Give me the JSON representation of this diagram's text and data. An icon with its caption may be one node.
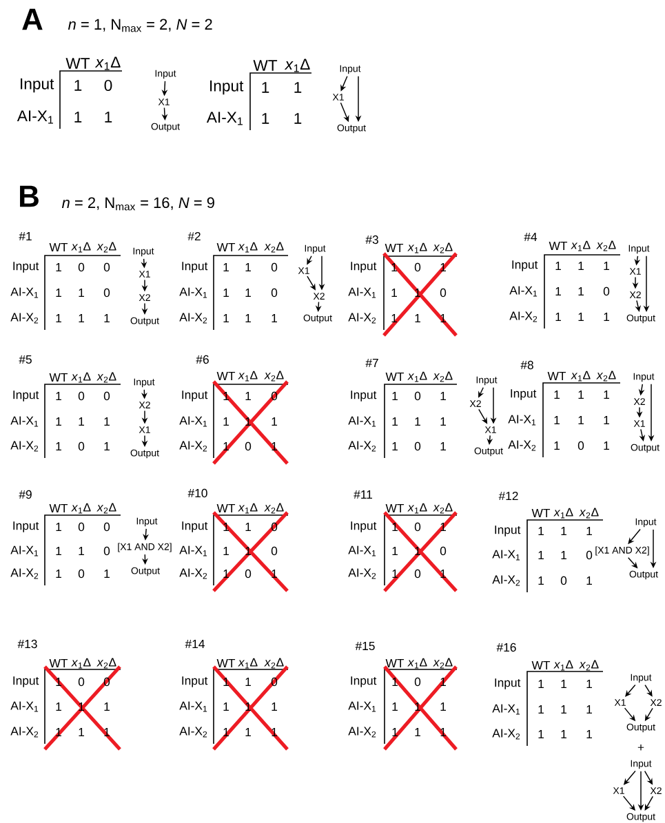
{
  "diagram": {
    "nodes": [
      {
        "text": [
          "Input"
        ]
      },
      {
        "text": [
          "X1"
        ]
      },
      {
        "text": [
          "Output"
        ]
      },
      {
        "text": [
          "Input"
        ]
      },
      {
        "text": [
          "X1"
        ]
      },
      {
        "text": [
          "Output"
        ]
      },
      {
        "text": [
          "Input"
        ]
      },
      {
        "text": [
          "X1"
        ]
      },
      {
        "text": [
          "X2"
        ]
      },
      {
        "text": [
          "Output"
        ]
      },
      {
        "text": [
          "Input"
        ]
      },
      {
        "text": [
          "X1"
        ]
      },
      {
        "text": [
          "X2"
        ]
      },
      {
        "text": [
          "Output"
        ]
      },
      {
        "text": [
          "Input"
        ]
      },
      {
        "text": [
          "X1"
        ]
      },
      {
        "text": [
          "X2"
        ]
      },
      {
        "text": [
          "Output"
        ]
      },
      {
        "text": [
          "Input"
        ]
      },
      {
        "text": [
          "X2"
        ]
      },
      {
        "text": [
          "X1"
        ]
      },
      {
        "text": [
          "Output"
        ]
      },
      {
        "text": [
          "Input"
        ]
      },
      {
        "text": [
          "X2"
        ]
      },
      {
        "text": [
          "X1"
        ]
      },
      {
        "text": [
          "Output"
        ]
      },
      {
        "text": [
          "Input"
        ]
      },
      {
        "text": [
          "X2"
        ]
      },
      {
        "text": [
          "X1"
        ]
      },
      {
        "text": [
          "Output"
        ]
      },
      {
        "text": [
          "Input"
        ]
      },
      {
        "text": [
          "[X1 AND X2]"
        ]
      },
      {
        "text": [
          "Output"
        ]
      },
      {
        "text": [
          "Input"
        ]
      },
      {
        "text": [
          "[X1 AND X2]"
        ]
      },
      {
        "text": [
          "Output"
        ]
      },
      {
        "text": [
          "Input"
        ]
      },
      {
        "text": [
          "X1"
        ]
      },
      {
        "text": [
          "X2"
        ]
      },
      {
        "text": [
          "Output"
        ]
      },
      {
        "text": [
          "Input"
        ]
      },
      {
        "text": [
          "X1"
        ]
      },
      {
        "text": [
          "X2"
        ]
      },
      {
        "text": [
          "Output"
        ]
      }
    ],
    "edges": [
      {
        "from": 0,
        "to": 1,
        "arrow": "to"
      },
      {
        "from": 1,
        "to": 2,
        "arrow": "to"
      },
      {
        "from": 3,
        "to": 4,
        "arrow": "to"
      },
      {
        "from": 4,
        "to": 5,
        "arrow": "to"
      },
      {
        "from": 3,
        "to": 5,
        "arrow": "to"
      },
      {
        "from": 6,
        "to": 7,
        "arrow": "to"
      },
      {
        "from": 7,
        "to": 8,
        "arrow": "to"
      },
      {
        "from": 8,
        "to": 9,
        "arrow": "to"
      },
      {
        "from": 10,
        "to": 11,
        "arrow": "to"
      },
      {
        "from": 11,
        "to": 12,
        "arrow": "to"
      },
      {
        "from": 10,
        "to": 12,
        "arrow": "to"
      },
      {
        "from": 12,
        "to": 13,
        "arrow": "to"
      },
      {
        "from": 14,
        "to": 15,
        "arrow": "to"
      },
      {
        "from": 15,
        "to": 16,
        "arrow": "to"
      },
      {
        "from": 16,
        "to": 17,
        "arrow": "to"
      },
      {
        "from": 14,
        "to": 17,
        "arrow": "to"
      },
      {
        "from": 18,
        "to": 19,
        "arrow": "to"
      },
      {
        "from": 19,
        "to": 20,
        "arrow": "to"
      },
      {
        "from": 20,
        "to": 21,
        "arrow": "to"
      },
      {
        "from": 22,
        "to": 23,
        "arrow": "to"
      },
      {
        "from": 23,
        "to": 24,
        "arrow": "to"
      },
      {
        "from": 22,
        "to": 24,
        "arrow": "to"
      },
      {
        "from": 24,
        "to": 25,
        "arrow": "to"
      },
      {
        "from": 26,
        "to": 27,
        "arrow": "to"
      },
      {
        "from": 27,
        "to": 28,
        "arrow": "to"
      },
      {
        "from": 28,
        "to": 29,
        "arrow": "to"
      },
      {
        "from": 26,
        "to": 29,
        "arrow": "to"
      },
      {
        "from": 30,
        "to": 31,
        "arrow": "to"
      },
      {
        "from": 31,
        "to": 32,
        "arrow": "to"
      },
      {
        "from": 33,
        "to": 34,
        "arrow": "to"
      },
      {
        "from": 34,
        "to": 35,
        "arrow": "to"
      },
      {
        "from": 33,
        "to": 35,
        "arrow": "to"
      },
      {
        "from": 36,
        "to": 37,
        "arrow": "to"
      },
      {
        "from": 36,
        "to": 38,
        "arrow": "to"
      },
      {
        "from": 37,
        "to": 39,
        "arrow": "to"
      },
      {
        "from": 38,
        "to": 39,
        "arrow": "to"
      },
      {
        "from": 40,
        "to": 41,
        "arrow": "to"
      },
      {
        "from": 40,
        "to": 42,
        "arrow": "to"
      },
      {
        "from": 40,
        "to": 43,
        "arrow": "to"
      },
      {
        "from": 41,
        "to": 43,
        "arrow": "to"
      },
      {
        "from": 42,
        "to": 43,
        "arrow": "to"
      }
    ],
    "labels": [
      "A",
      "*n* = 1, N$_{max}$ = 2, *N* = 2",
      "WT",
      "*x*$_{1}$Δ",
      "Input",
      "1",
      "0",
      "AI-X$_{1}$",
      "1",
      "1",
      "WT",
      "*x*$_{1}$Δ",
      "Input",
      "1",
      "1",
      "AI-X$_{1}$",
      "1",
      "1",
      "B",
      "*n* = 2, N$_{max}$ = 16, *N* = 9",
      "#1",
      "WT",
      "*x*$_{1}$Δ",
      "*x*$_{2}$Δ",
      "Input",
      "1",
      "0",
      "0",
      "AI-X$_{1}$",
      "1",
      "1",
      "0",
      "AI-X$_{2}$",
      "1",
      "1",
      "1",
      "#2",
      "WT",
      "*x*$_{1}$Δ",
      "*x*$_{2}$Δ",
      "Input",
      "1",
      "1",
      "0",
      "AI-X$_{1}$",
      "1",
      "1",
      "0",
      "AI-X$_{2}$",
      "1",
      "1",
      "1",
      "#3",
      "WT",
      "*x*$_{1}$Δ",
      "*x*$_{2}$Δ",
      "Input",
      "1",
      "0",
      "1",
      "AI-X$_{1}$",
      "1",
      "1",
      "0",
      "AI-X$_{2}$",
      "1",
      "1",
      "1",
      "#4",
      "WT",
      "*x*$_{1}$Δ",
      "*x*$_{2}$Δ",
      "Input",
      "1",
      "1",
      "1",
      "AI-X$_{1}$",
      "1",
      "1",
      "0",
      "AI-X$_{2}$",
      "1",
      "1",
      "1",
      "#5",
      "WT",
      "*x*$_{1}$Δ",
      "*x*$_{2}$Δ",
      "Input",
      "1",
      "0",
      "0",
      "AI-X$_{1}$",
      "1",
      "1",
      "1",
      "AI-X$_{2}$",
      "1",
      "0",
      "1",
      "#6",
      "WT",
      "*x*$_{1}$Δ",
      "*x*$_{2}$Δ",
      "Input",
      "1",
      "1",
      "0",
      "AI-X$_{1}$",
      "1",
      "1",
      "1",
      "AI-X$_{2}$",
      "1",
      "0",
      "1",
      "#7",
      "WT",
      "*x*$_{1}$Δ",
      "*x*$_{2}$Δ",
      "Input",
      "1",
      "0",
      "1",
      "AI-X$_{1}$",
      "1",
      "1",
      "1",
      "AI-X$_{2}$",
      "1",
      "0",
      "1",
      "#8",
      "WT",
      "*x*$_{1}$Δ",
      "*x*$_{2}$Δ",
      "Input",
      "1",
      "1",
      "1",
      "AI-X$_{1}$",
      "1",
      "1",
      "1",
      "AI-X$_{2}$",
      "1",
      "0",
      "1",
      "#9",
      "WT",
      "*x*$_{1}$Δ",
      "*x*$_{2}$Δ",
      "Input",
      "1",
      "0",
      "0",
      "AI-X$_{1}$",
      "1",
      "1",
      "0",
      "AI-X$_{2}$",
      "1",
      "0",
      "1",
      "#10",
      "WT",
      "*x*$_{1}$Δ",
      "*x*$_{2}$Δ",
      "Input",
      "1",
      "1",
      "0",
      "AI-X$_{1}$",
      "1",
      "1",
      "0",
      "AI-X$_{2}$",
      "1",
      "0",
      "1",
      "#11",
      "WT",
      "*x*$_{1}$Δ",
      "*x*$_{2}$Δ",
      "Input",
      "1",
      "0",
      "1",
      "AI-X$_{1}$",
      "1",
      "1",
      "0",
      "AI-X$_{2}$",
      "1",
      "0",
      "1",
      "#12",
      "WT",
      "*x*$_{1}$Δ",
      "*x*$_{2}$Δ",
      "Input",
      "1",
      "1",
      "1",
      "AI-X$_{1}$",
      "1",
      "1",
      "0",
      "AI-X$_{2}$",
      "1",
      "0",
      "1",
      "#13",
      "WT",
      "*x*$_{1}$Δ",
      "*x*$_{2}$Δ",
      "Input",
      "1",
      "0",
      "0",
      "AI-X$_{1}$",
      "1",
      "1",
      "1",
      "AI-X$_{2}$",
      "1",
      "1",
      "1",
      "#14",
      "WT",
      "*x*$_{1}$Δ",
      "*x*$_{2}$Δ",
      "Input",
      "1",
      "1",
      "0",
      "AI-X$_{1}$",
      "1",
      "1",
      "1",
      "AI-X$_{2}$",
      "1",
      "1",
      "1",
      "#15",
      "WT",
      "*x*$_{1}$Δ",
      "*x*$_{2}$Δ",
      "Input",
      "1",
      "0",
      "1",
      "AI-X$_{1}$",
      "1",
      "1",
      "1",
      "AI-X$_{2}$",
      "1",
      "1",
      "1",
      "#16",
      "WT",
      "*x*$_{1}$Δ",
      "*x*$_{2}$Δ",
      "Input",
      "1",
      "1",
      "1",
      "AI-X$_{1}$",
      "1",
      "1",
      "1",
      "AI-X$_{2}$",
      "1",
      "1",
      "1",
      "+"
    ]
  }
}
